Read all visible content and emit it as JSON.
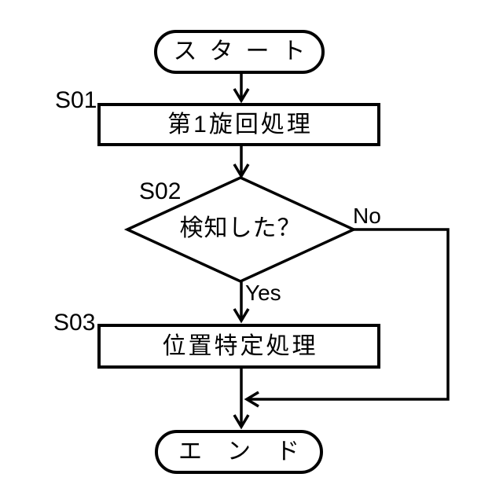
{
  "diagram": {
    "type": "flowchart",
    "colors": {
      "background": "#ffffff",
      "line": "#000000",
      "text": "#000000"
    },
    "nodes": {
      "start": {
        "type": "terminal",
        "label": "スタート"
      },
      "s01": {
        "type": "process",
        "step_id": "S01",
        "label": "第1旋回処理"
      },
      "s02": {
        "type": "decision",
        "step_id": "S02",
        "label": "検知した？"
      },
      "s03": {
        "type": "process",
        "step_id": "S03",
        "label": "位置特定処理"
      },
      "end": {
        "type": "terminal",
        "label": "エンド"
      }
    },
    "edges": {
      "yes_label": "Yes",
      "no_label": "No"
    }
  }
}
